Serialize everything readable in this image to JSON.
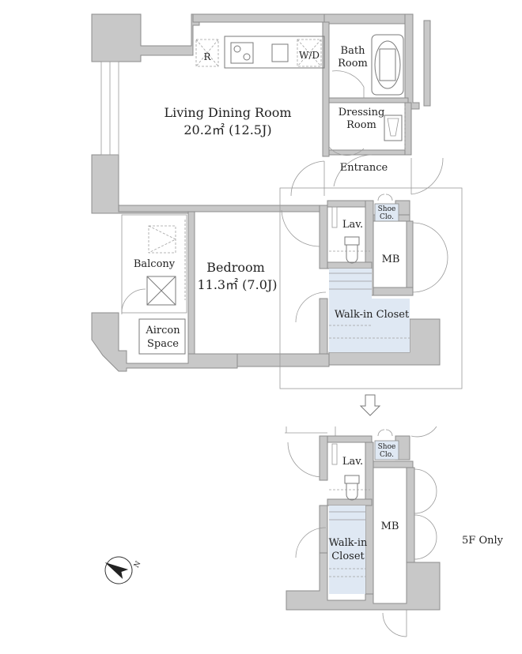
{
  "rooms": {
    "ldk_name": "Living Dining Room",
    "ldk_area": "20.2㎡ (12.5J)",
    "bedroom_name": "Bedroom",
    "bedroom_area": "11.3㎡ (7.0J)",
    "bath_line1": "Bath",
    "bath_line2": "Room",
    "dressing_line1": "Dressing",
    "dressing_line2": "Room",
    "entrance": "Entrance",
    "balcony": "Balcony",
    "aircon_line1": "Aircon",
    "aircon_line2": "Space",
    "lav": "Lav.",
    "shoe_line1": "Shoe",
    "shoe_line2": "Clo.",
    "mb": "MB",
    "walkin": "Walk-in Closet",
    "fridge": "R",
    "washer": "W/D"
  },
  "variant": {
    "label": "5F Only",
    "lav": "Lav.",
    "shoe_line1": "Shoe",
    "shoe_line2": "Clo.",
    "mb": "MB",
    "walkin_line1": "Walk-in",
    "walkin_line2": "Closet"
  },
  "compass": {
    "letter": "N",
    "icon": "north-arrow-icon"
  },
  "colors": {
    "wall": "#c8c8c8",
    "closet_fill": "#dfe8f3"
  }
}
